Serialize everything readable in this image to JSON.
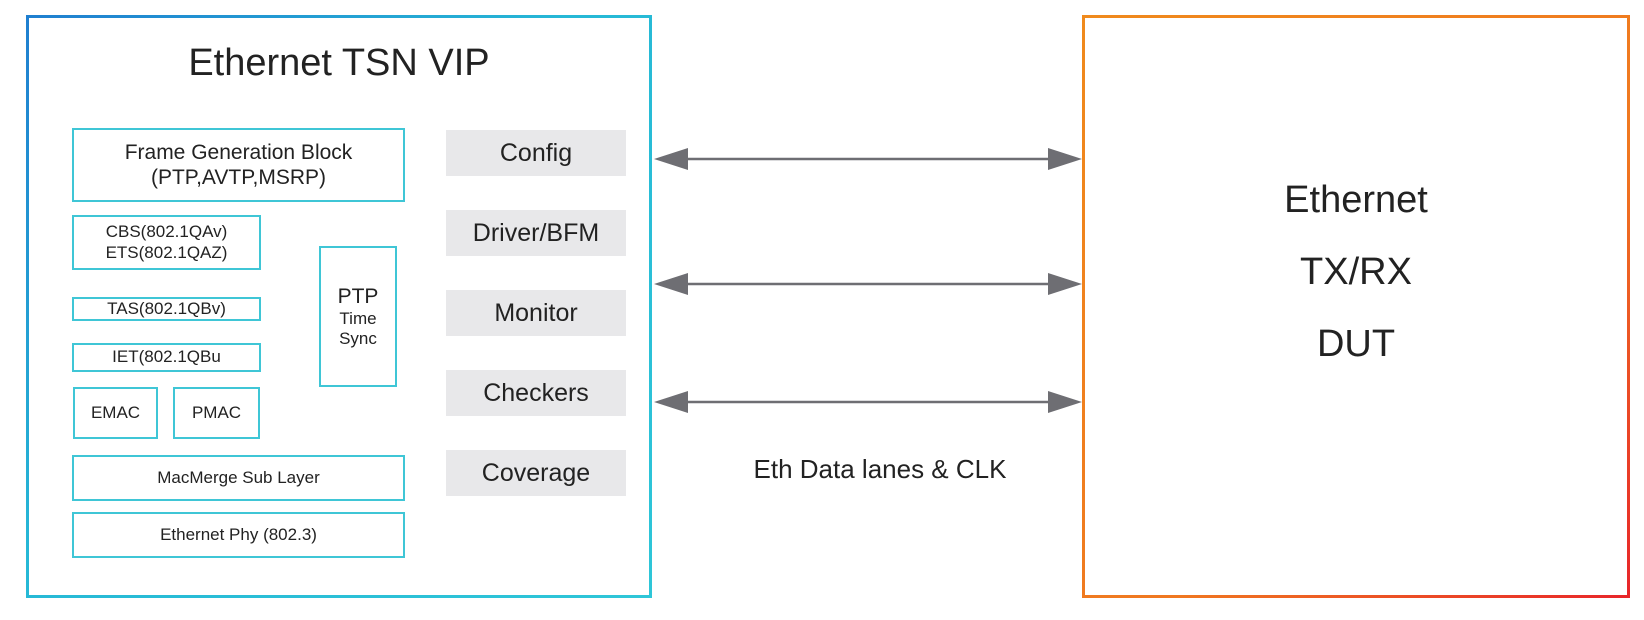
{
  "vip": {
    "title": "Ethernet TSN VIP",
    "frame_color": "#26b8d6",
    "blocks": {
      "frame_gen_line1": "Frame Generation Block",
      "frame_gen_line2": "(PTP,AVTP,MSRP)",
      "cbs": "CBS(802.1QAv)",
      "ets": "ETS(802.1QAZ)",
      "tas": "TAS(802.1QBv)",
      "iet": "IET(802.1QBu",
      "emac": "EMAC",
      "pmac": "PMAC",
      "ptp": "PTP",
      "ptp_time": "Time",
      "ptp_sync": "Sync",
      "macmerge": "MacMerge Sub Layer",
      "phy": "Ethernet Phy (802.3)"
    },
    "side_panels": [
      "Config",
      "Driver/BFM",
      "Monitor",
      "Checkers",
      "Coverage"
    ]
  },
  "dut": {
    "line1": "Ethernet",
    "line2": "TX/RX",
    "line3": "DUT",
    "frame_color": "#f07820"
  },
  "connection": {
    "label": "Eth Data lanes & CLK",
    "arrow_count": 3,
    "arrow_color": "#6e6e73"
  }
}
